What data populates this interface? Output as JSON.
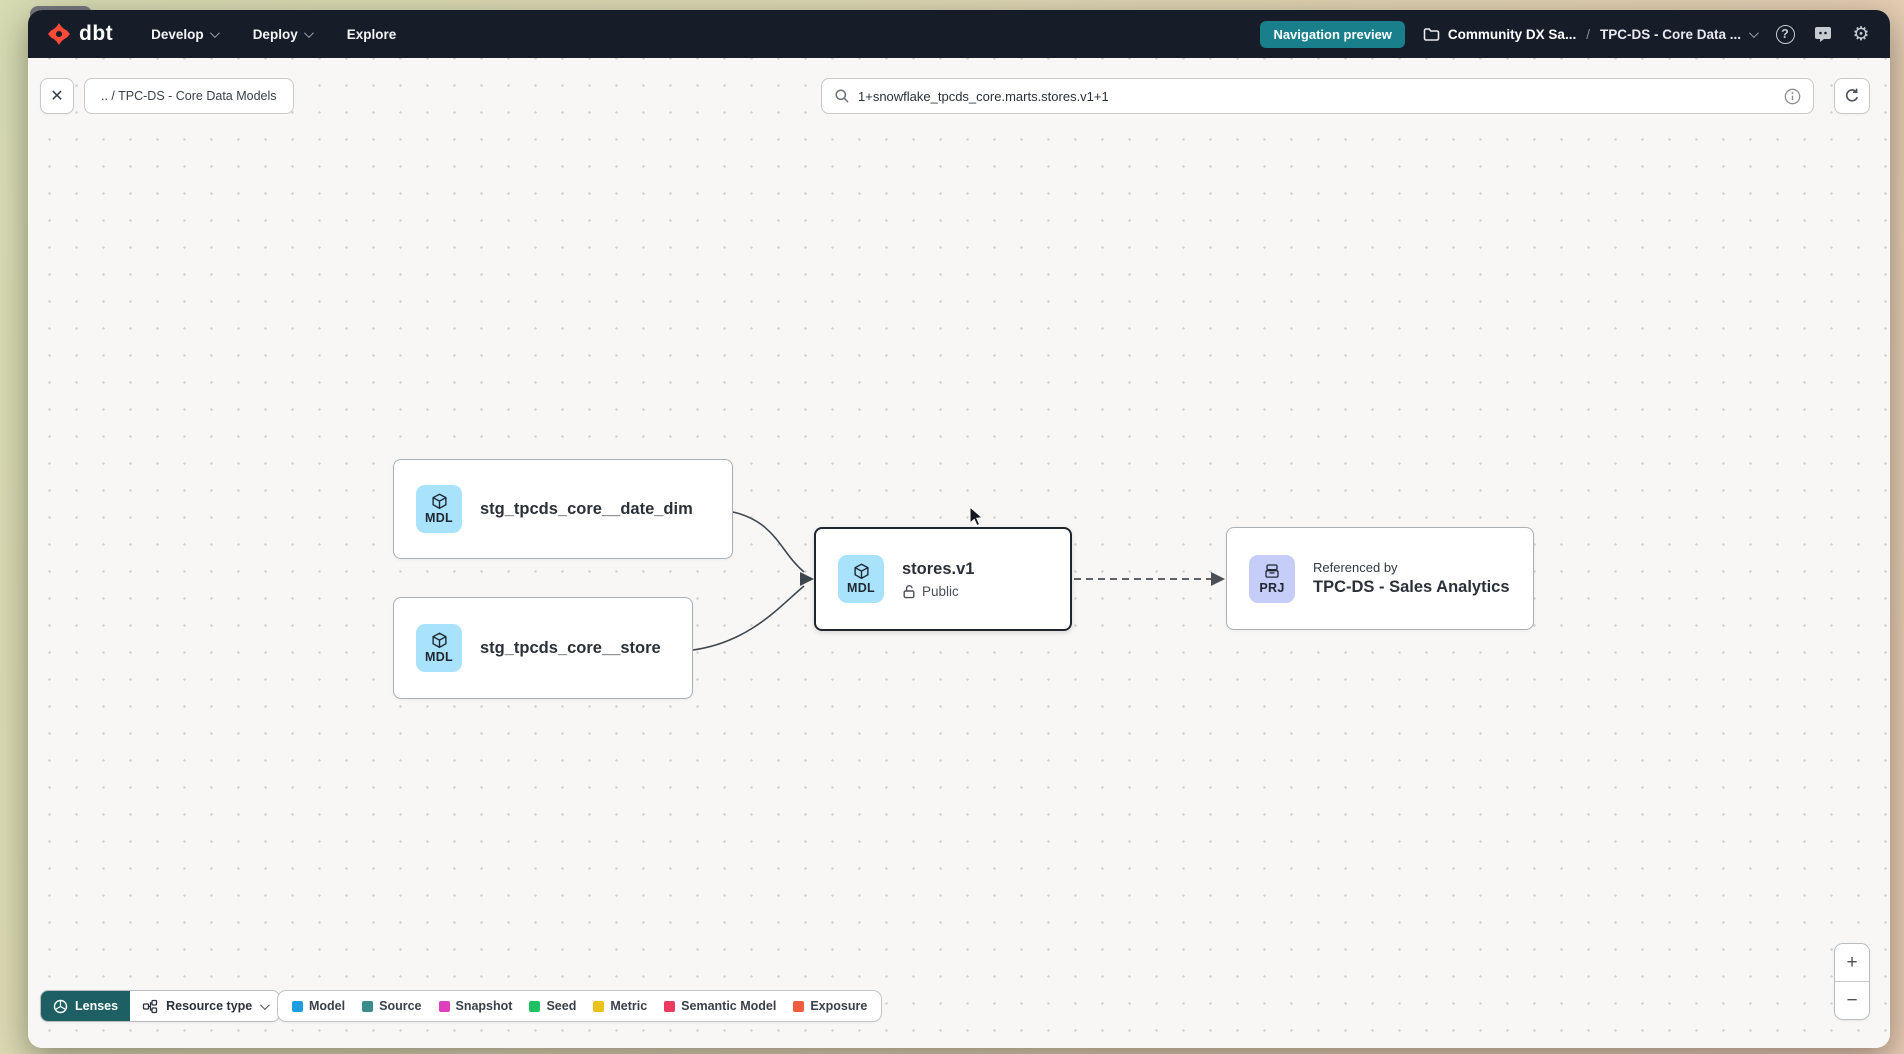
{
  "colors": {
    "accent_teal": "#19808b",
    "navbar_bg": "#161c28",
    "logo_orange": "#ff4a38",
    "model_badge_bg": "#a9e2fb",
    "project_badge_bg": "#c5cdf8",
    "lenses_bg": "#1d5f63",
    "canvas_bg": "#f8f7f5"
  },
  "navbar": {
    "logo_text": "dbt",
    "menus": [
      {
        "label": "Develop"
      },
      {
        "label": "Deploy"
      },
      {
        "label": "Explore"
      }
    ],
    "preview_badge": "Navigation preview",
    "breadcrumb_project": "Community DX Sa...",
    "breadcrumb_separator": "/",
    "breadcrumb_page": "TPC-DS - Core Data ...",
    "help_icon": "?",
    "gear_icon": "⚙"
  },
  "toolbar": {
    "close_icon": "✕",
    "path_chip": ".. / TPC-DS - Core Data Models",
    "search_value": "1+snowflake_tpcds_core.marts.stores.v1+1"
  },
  "graph": {
    "nodes": [
      {
        "badge": "MDL",
        "title": "stg_tpcds_core__date_dim"
      },
      {
        "badge": "MDL",
        "title": "stg_tpcds_core__store"
      },
      {
        "badge": "MDL",
        "title": "stores.v1",
        "access": "Public",
        "selected": true
      },
      {
        "badge": "PRJ",
        "pretitle": "Referenced by",
        "title": "TPC-DS - Sales Analytics"
      }
    ]
  },
  "footer": {
    "lenses_label": "Lenses",
    "resource_type_label": "Resource type",
    "legend": [
      {
        "label": "Model",
        "color": "#1f9dde"
      },
      {
        "label": "Source",
        "color": "#3b8a8c"
      },
      {
        "label": "Snapshot",
        "color": "#df3fbd"
      },
      {
        "label": "Seed",
        "color": "#1ec262"
      },
      {
        "label": "Metric",
        "color": "#e9c21c"
      },
      {
        "label": "Semantic Model",
        "color": "#ee3a60"
      },
      {
        "label": "Exposure",
        "color": "#f05c3f"
      }
    ]
  },
  "zoom_controls": {
    "zoom_in": "+",
    "zoom_out": "−"
  }
}
